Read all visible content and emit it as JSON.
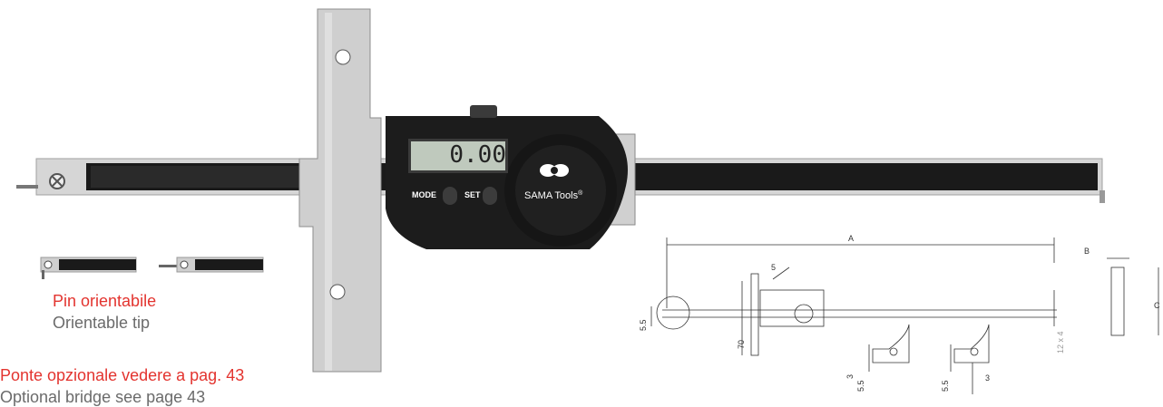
{
  "product": {
    "display_value": "0.00",
    "mode_label": "MODE",
    "set_label": "SET",
    "brand": "SAMA Tools",
    "brand_mark": "®"
  },
  "captions": {
    "pin_it": "Pin orientabile",
    "pin_en": "Orientable tip",
    "bridge_it": "Ponte opzionale vedere a pag. 43",
    "bridge_en": "Optional bridge see page 43"
  },
  "drawing": {
    "dim_A": "A",
    "dim_B": "B",
    "dim_C": "C",
    "dim_5": "5",
    "dim_5_5": "5.5",
    "dim_70": "70",
    "dim_12x4": "12 x 4",
    "dim_3a": "3",
    "dim_5_5b": "5.5",
    "dim_3b": "3",
    "dim_5_5c": "5.5"
  },
  "colors": {
    "accent_red": "#e3342f",
    "steel": "#c9c9c9",
    "body_black": "#1c1c1c",
    "lcd": "#bfc9bd"
  }
}
